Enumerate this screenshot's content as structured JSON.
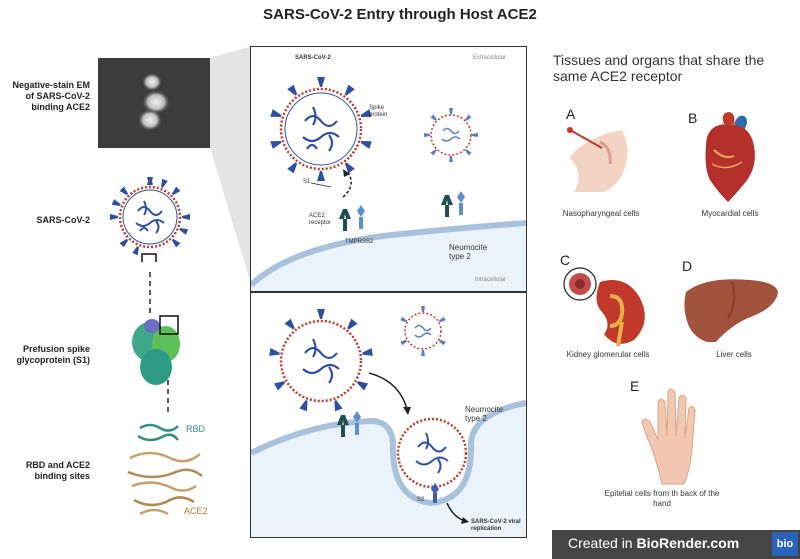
{
  "title": "SARS-CoV-2 Entry through Host ACE2",
  "left": {
    "em_label": "Negative-stain EM of SARS-CoV-2 binding ACE2",
    "virus_label": "SARS-CoV-2",
    "spike_label": "Prefusion spike glycoprotein (S1)",
    "rbd_label": "RBD and ACE2 binding sites",
    "rbd_tag": "RBD",
    "ace2_tag": "ACE2"
  },
  "panel_top": {
    "virus_name": "SARS-CoV-2",
    "extracellular": "Extracellular",
    "spike_protein": "Spike protein",
    "s1": "S1",
    "ace2_receptor": "ACE2 receptor",
    "tmprss2": "TMPRSS2",
    "neumocite": "Neumocite type 2",
    "intracellular": "Intracellular"
  },
  "panel_bottom": {
    "neumocite": "Neumocite type 2",
    "s2": "S2",
    "replication": "SARS-CoV-2 viral replication"
  },
  "organs": {
    "heading": "Tissues and organs that share the same ACE2 receptor",
    "items": [
      {
        "letter": "A",
        "label": "Nasopharyngeal cells"
      },
      {
        "letter": "B",
        "label": "Myocardial cells"
      },
      {
        "letter": "C",
        "label": "Kidney glomerular cells"
      },
      {
        "letter": "D",
        "label": "Liver cells"
      },
      {
        "letter": "E",
        "label": "Epitelial cells from th back of the hand"
      }
    ]
  },
  "badge": {
    "created_in": "Created in",
    "brand": "BioRender.com",
    "logo": "bio"
  },
  "colors": {
    "virus_blue": "#2f4fa0",
    "membrane": "#a9c2dc",
    "spike_red": "#c0392b",
    "liver": "#a0523d"
  }
}
